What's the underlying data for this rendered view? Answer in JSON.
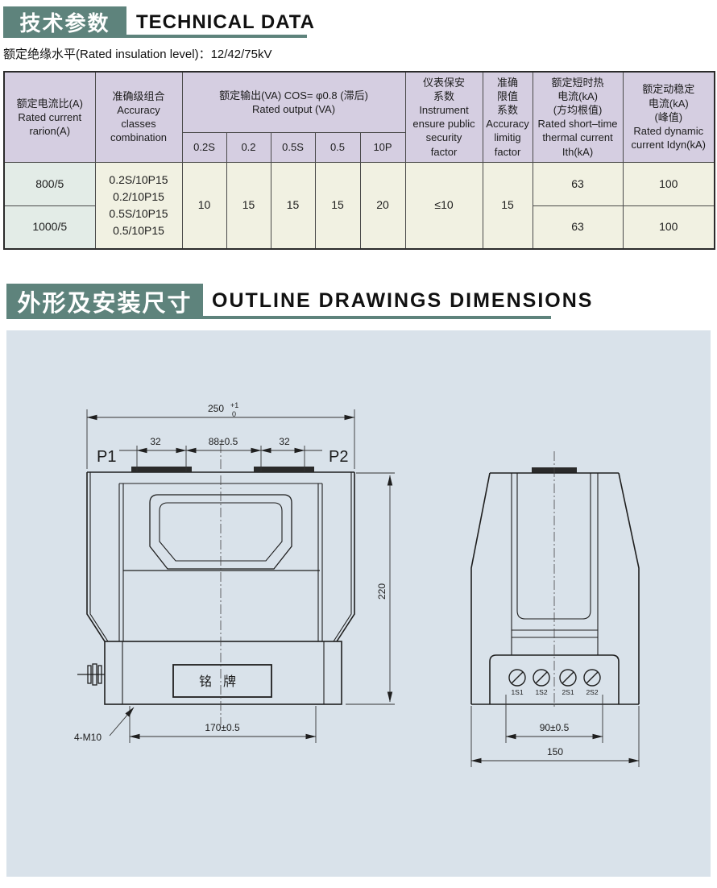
{
  "colors": {
    "accent_teal": "#5e837c",
    "table_header_bg": "#d5cee1",
    "table_cell_bg": "#f1f1e2",
    "table_ratio_bg": "#e3ece7",
    "drawing_bg": "#d9e2ea"
  },
  "section1": {
    "title_zh": "技术参数",
    "title_en": "TECHNICAL DATA"
  },
  "insulation_note": "额定绝缘水平(Rated insulation level)：12/42/75kV",
  "section2": {
    "title_zh": "外形及安装尺寸",
    "title_en": "OUTLINE  DRAWINGS  DIMENSIONS"
  },
  "table": {
    "headers": {
      "ratio": "额定电流比(A)\nRated current\nrarion(A)",
      "accuracy": "准确级组合\nAccuracy\nclasses\ncombination",
      "output_group": "额定输出(VA) COS= φ0.8 (滞后)\nRated output (VA)",
      "output_subcols": [
        "0.2S",
        "0.2",
        "0.5S",
        "0.5",
        "10P"
      ],
      "instrument": "仪表保安\n系数\nInstrument\nensure public\nsecurity\nfactor",
      "accuracy_limit": "准确\n限值\n系数\nAccuracy\nlimitig\nfactor",
      "short_time": "额定短时热\n电流(kA)\n(方均根值)\nRated short–time\nthermal current\nIth(kA)",
      "dynamic": "额定动稳定\n电流(kA)\n(峰值)\nRated dynamic\ncurrent Idyn(kA)"
    },
    "ratio_values": [
      "800/5",
      "1000/5"
    ],
    "accuracy_combo": "0.2S/10P15\n0.2/10P15\n0.5S/10P15\n0.5/10P15",
    "output_values": [
      "10",
      "15",
      "15",
      "15",
      "20"
    ],
    "instrument_value": "≤10",
    "accuracy_limit_value": "15",
    "short_time_values": [
      "63",
      "63"
    ],
    "dynamic_values": [
      "100",
      "100"
    ]
  },
  "drawing": {
    "front": {
      "label_p1": "P1",
      "label_p2": "P2",
      "dim_overall": "250",
      "dim_overall_tol_plus": "+1",
      "dim_overall_tol_minus": "0",
      "dim_pad_left": "32",
      "dim_center": "88±0.5",
      "dim_pad_right": "32",
      "dim_height": "220",
      "nameplate": "铭牌",
      "thread_label": "4-M10",
      "dim_base": "170±0.5"
    },
    "side": {
      "terminals": [
        "1S1",
        "1S2",
        "2S1",
        "2S2"
      ],
      "dim_terminal_span": "90±0.5",
      "dim_base_width": "150"
    }
  }
}
